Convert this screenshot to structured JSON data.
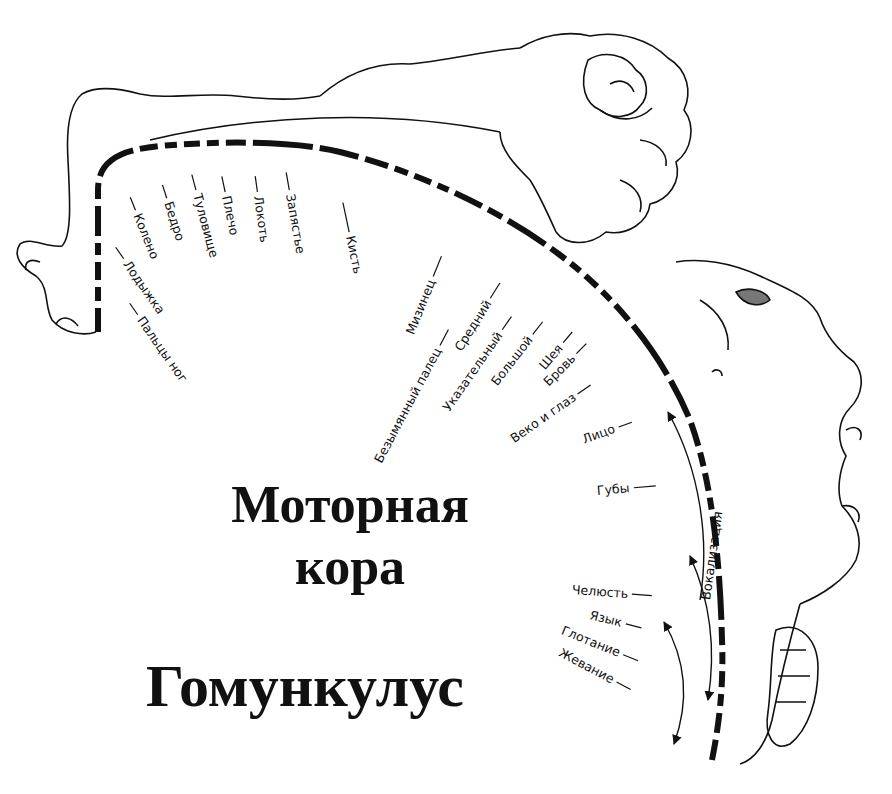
{
  "diagram": {
    "title": "Моторная кора",
    "caption": "Гомункулус",
    "labels": [
      "Колено",
      "Бедро",
      "Туловище",
      "Плечо",
      "Локоть",
      "Запястье",
      "Кисть",
      "Лодыжка",
      "Пальцы ног",
      "Мизинец",
      "Безымянный палец",
      "Средний",
      "Указательный",
      "Большой",
      "Шея",
      "Бровь",
      "Веко и глаз",
      "Лицо",
      "Губы",
      "Вокализация",
      "Челюсть",
      "Язык",
      "Глотание",
      "Жевание"
    ]
  }
}
